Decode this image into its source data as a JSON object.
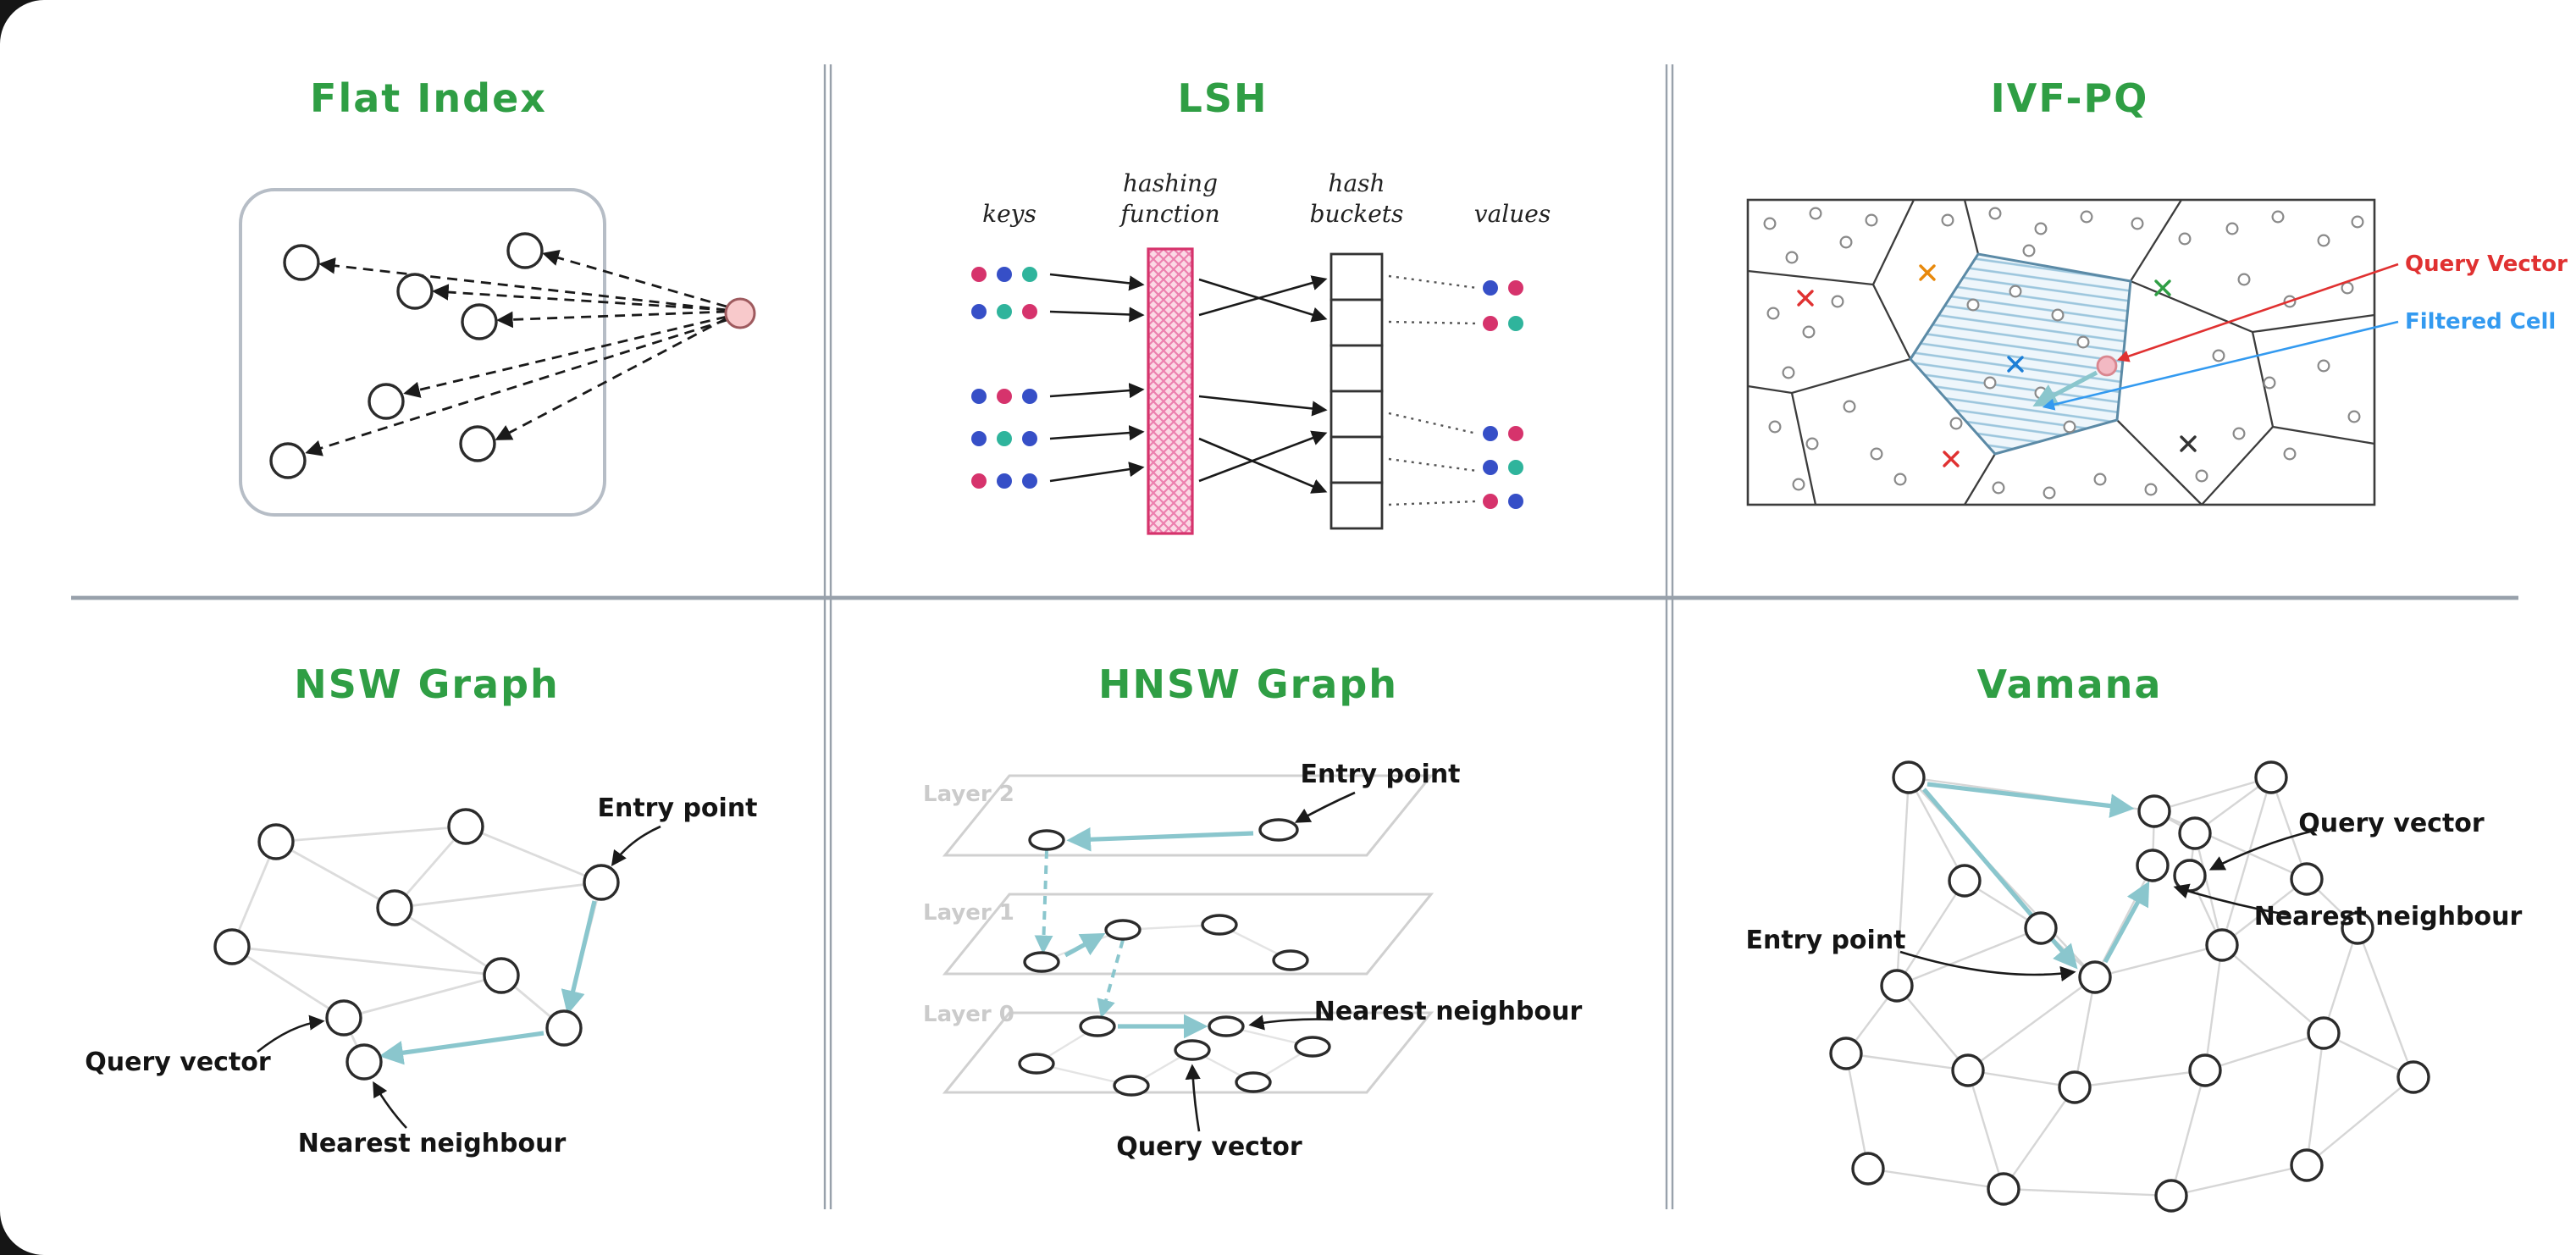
{
  "page": {
    "background": "#ffffff"
  },
  "palette": {
    "title_green": "#2f9e44",
    "flat_node_blue": "#a9d7f5",
    "query_pink": "#f8c9cb",
    "crimson": "#d6336c",
    "navy": "#364fc7",
    "teal": "#2fb49c",
    "entry_teal": "#0e7c86",
    "query_yellow": "#ffd43b",
    "nearest_maroon": "#a61e4d",
    "traversal_teal": "#8ac6cd",
    "query_vector_red": "#e03131",
    "filtered_cell_blue": "#339af0"
  },
  "panels": {
    "flat_index": {
      "title": "Flat Index"
    },
    "lsh": {
      "title": "LSH",
      "columns": {
        "keys": "keys",
        "hashing_1": "hashing",
        "hashing_2": "function",
        "buckets_1": "hash",
        "buckets_2": "buckets",
        "values": "values"
      }
    },
    "ivf_pq": {
      "title": "IVF-PQ",
      "labels": {
        "query_vector": "Query Vector",
        "filtered_cell": "Filtered Cell"
      }
    },
    "nsw": {
      "title": "NSW Graph",
      "labels": {
        "entry_point": "Entry point",
        "query_vector": "Query vector",
        "nearest_neighbour": "Nearest neighbour"
      }
    },
    "hnsw": {
      "title": "HNSW Graph",
      "labels": {
        "layer_2": "Layer 2",
        "layer_1": "Layer 1",
        "layer_0": "Layer 0",
        "entry_point": "Entry point",
        "query_vector": "Query vector",
        "nearest_neighbour": "Nearest neighbour"
      }
    },
    "vamana": {
      "title": "Vamana",
      "labels": {
        "entry_point": "Entry point",
        "query_vector": "Query vector",
        "nearest_neighbour": "Nearest neighbour"
      }
    }
  }
}
